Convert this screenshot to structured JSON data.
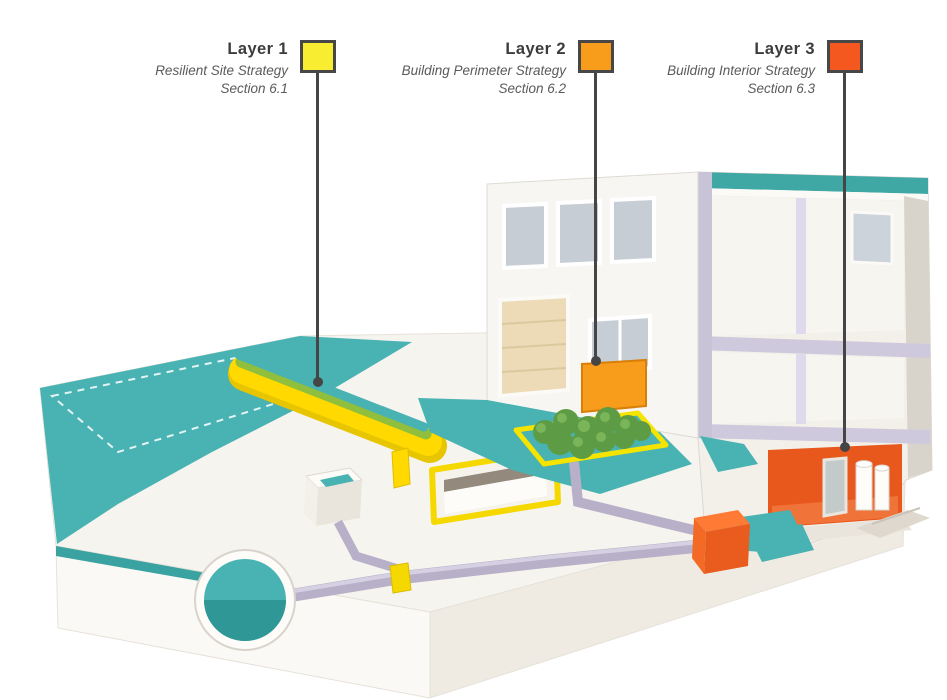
{
  "legend": {
    "items": [
      {
        "title": "Layer 1",
        "subtitle": "Resilient Site Strategy",
        "section": "Section 6.1",
        "swatch_color": "#f9ed32"
      },
      {
        "title": "Layer 2",
        "subtitle": "Building Perimeter Strategy",
        "section": "Section 6.2",
        "swatch_color": "#f89c1c"
      },
      {
        "title": "Layer 3",
        "subtitle": "Building Interior Strategy",
        "section": "Section 6.3",
        "swatch_color": "#f4581f"
      }
    ]
  },
  "colors": {
    "water": "#49b2b2",
    "water_deep": "#2f9795",
    "ground": "#f6f4ef",
    "ground_shadow": "#efebe3",
    "berm_yellow": "#ffd900",
    "berm_grass": "#8fbf3c",
    "vegetation": "#5d9c44",
    "vegetation_light": "#7ab55a",
    "pipe": "#b7b0c8",
    "structure_lavender": "#cfc9dd",
    "barrier_orange": "#f89c1c",
    "interior_orange": "#e8571b",
    "leader": "#454545"
  }
}
